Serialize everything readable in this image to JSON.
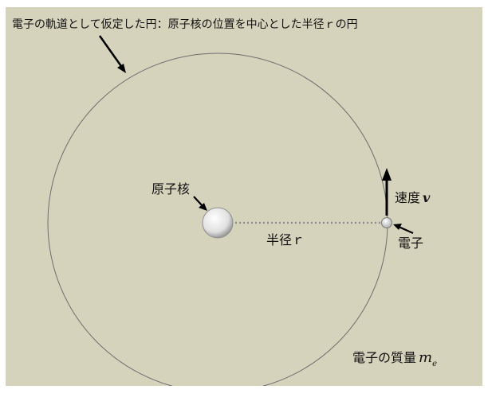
{
  "diagram": {
    "title": "電子の軌道として仮定した円：原子核の位置を中心とした半径ｒの円",
    "nucleus_label": "原子核",
    "radius_label": "半径ｒ",
    "velocity_label_prefix": "速度",
    "velocity_symbol": "v",
    "electron_label": "電子",
    "mass_label_prefix": "電子の質量",
    "mass_symbol": "m",
    "mass_subscript": "e",
    "colors": {
      "background": "#d6d3bc",
      "orbit": "#6e6e6e",
      "nucleus": "#eaeaea",
      "arrow": "#000000",
      "radius_line": "#8a8a8a"
    }
  }
}
